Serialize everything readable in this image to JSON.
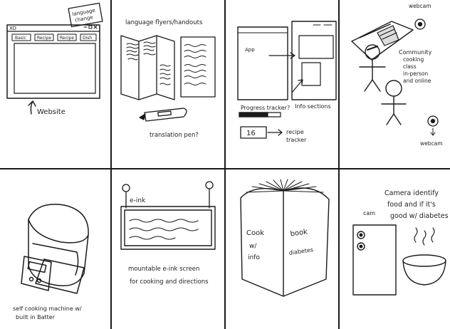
{
  "panels": {
    "website": {
      "badge": "language change",
      "logo": "XO",
      "tabs": [
        "Basic",
        "Recipe",
        "Recipe",
        "Dish"
      ],
      "caption": "Website"
    },
    "flyers": {
      "title": "language flyers/handouts",
      "pen": "translation pen?"
    },
    "app": {
      "app_label": "App",
      "progress": "Progress tracker?",
      "info": "Info sections",
      "tracker_value": "16",
      "recipe_tracker": [
        "recipe",
        "tracker"
      ]
    },
    "class": {
      "webcam_top": "webcam",
      "desc": [
        "Community",
        "cooking",
        "class",
        "in-person",
        "and online"
      ],
      "webcam_bottom": "webcam"
    },
    "machine": {
      "caption": [
        "self cooking machine w/",
        "built in Batter"
      ]
    },
    "eink": {
      "label": "e-ink",
      "caption": [
        "mountable e-ink screen",
        "for cooking and directions"
      ]
    },
    "book": {
      "left": [
        "Cook",
        "w/",
        "info"
      ],
      "right": [
        "book",
        "diabetes"
      ]
    },
    "camera": {
      "title": [
        "Camera identify",
        "food and if it's",
        "good w/ diabetes"
      ],
      "cam": "cam"
    }
  }
}
